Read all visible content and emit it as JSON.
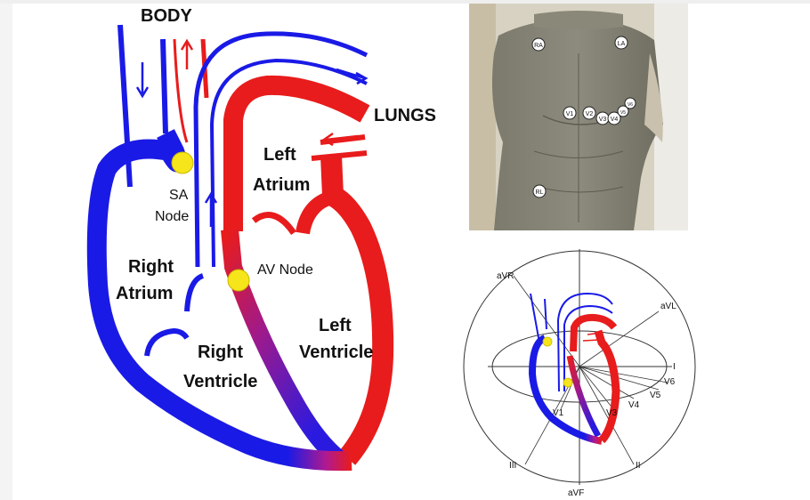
{
  "heart": {
    "body": "BODY",
    "lungs": "LUNGS",
    "left_atrium_1": "Left",
    "left_atrium_2": "Atrium",
    "sa_node_1": "SA",
    "sa_node_2": "Node",
    "right_atrium_1": "Right",
    "right_atrium_2": "Atrium",
    "av_node": "AV Node",
    "right_ventricle_1": "Right",
    "right_ventricle_2": "Ventricle",
    "left_ventricle_1": "Left",
    "left_ventricle_2": "Ventricle"
  },
  "torso": {
    "electrodes": [
      "RA",
      "LA",
      "RL",
      "V1",
      "V2",
      "V3",
      "V4",
      "V5",
      "V6"
    ]
  },
  "axis": {
    "labels": [
      "aVR",
      "aVL",
      "I",
      "V6",
      "V5",
      "V4",
      "V3",
      "V1",
      "II",
      "III",
      "aVF"
    ]
  },
  "colors": {
    "deoxygenated": "#1a1ae6",
    "oxygenated": "#e81c1c",
    "node": "#f5e51a"
  }
}
